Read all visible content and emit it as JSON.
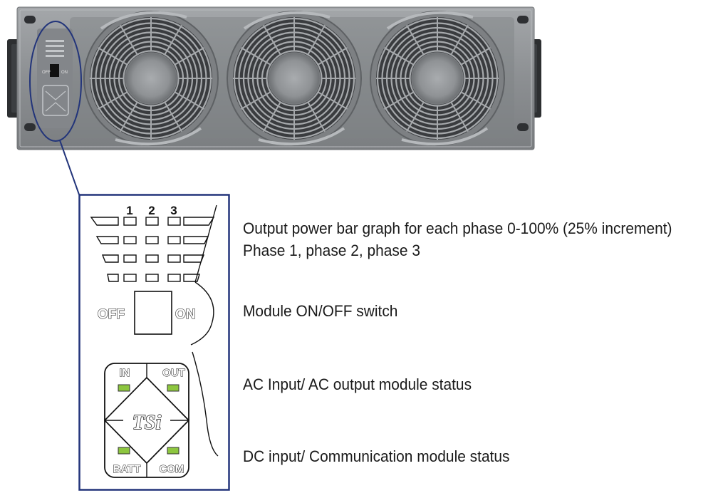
{
  "diagram": {
    "title": "",
    "panel": {
      "phase_numbers": [
        "1",
        "2",
        "3"
      ],
      "switch_off_label": "OFF",
      "switch_on_label": "ON",
      "status_labels": {
        "in": "IN",
        "out": "OUT",
        "batt": "BATT",
        "com": "COM"
      },
      "logo_text": "TSi"
    },
    "callouts": [
      {
        "id": "bar-graph",
        "lines": [
          "Output power bar graph for each phase 0-100% (25% increment)",
          "Phase 1, phase 2, phase 3"
        ]
      },
      {
        "id": "switch",
        "lines": [
          "Module ON/OFF switch"
        ]
      },
      {
        "id": "ac-status",
        "lines": [
          "AC Input/ AC output module status"
        ]
      },
      {
        "id": "dc-status",
        "lines": [
          "DC input/ Communication module status"
        ]
      }
    ],
    "colors": {
      "zoom_frame": "#22347a",
      "chassis": "#8e9194",
      "fan_ring": "#5b5e61",
      "led_green": "#8dc63f"
    }
  }
}
